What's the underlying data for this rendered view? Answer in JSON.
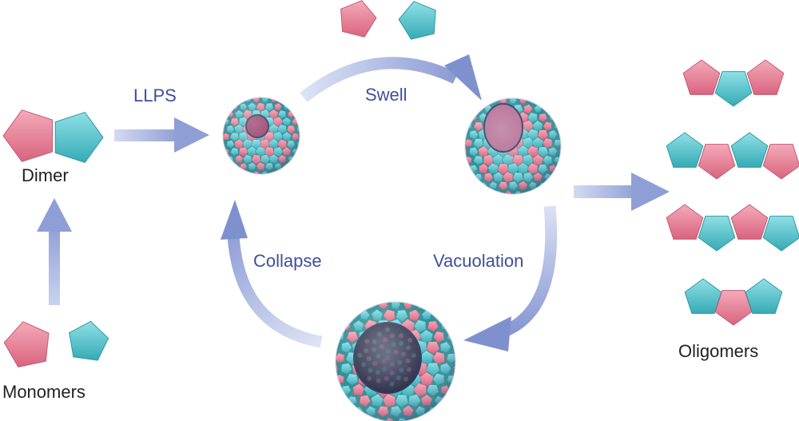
{
  "labels": {
    "dimer": "Dimer",
    "monomers": "Monomers",
    "llps": "LLPS",
    "swell": "Swell",
    "vacuolation": "Vacuolation",
    "collapse": "Collapse",
    "oligomers": "Oligomers"
  },
  "colors": {
    "pink": "#e9849b",
    "cyan": "#59c9d1",
    "arrow": "#8f9fd6",
    "label_blue": "#3e4fa0",
    "label_black": "#222222"
  },
  "units": {
    "monomers": [
      "pink",
      "cyan"
    ],
    "dimer": [
      "pink",
      "cyan"
    ],
    "loose_monomers": [
      "pink",
      "cyan"
    ],
    "oligomers": [
      [
        "pink",
        "cyan",
        "pink"
      ],
      [
        "cyan",
        "pink",
        "cyan",
        "pink"
      ],
      [
        "pink",
        "cyan",
        "pink",
        "cyan",
        "pink"
      ],
      [
        "cyan",
        "pink",
        "cyan"
      ]
    ]
  }
}
